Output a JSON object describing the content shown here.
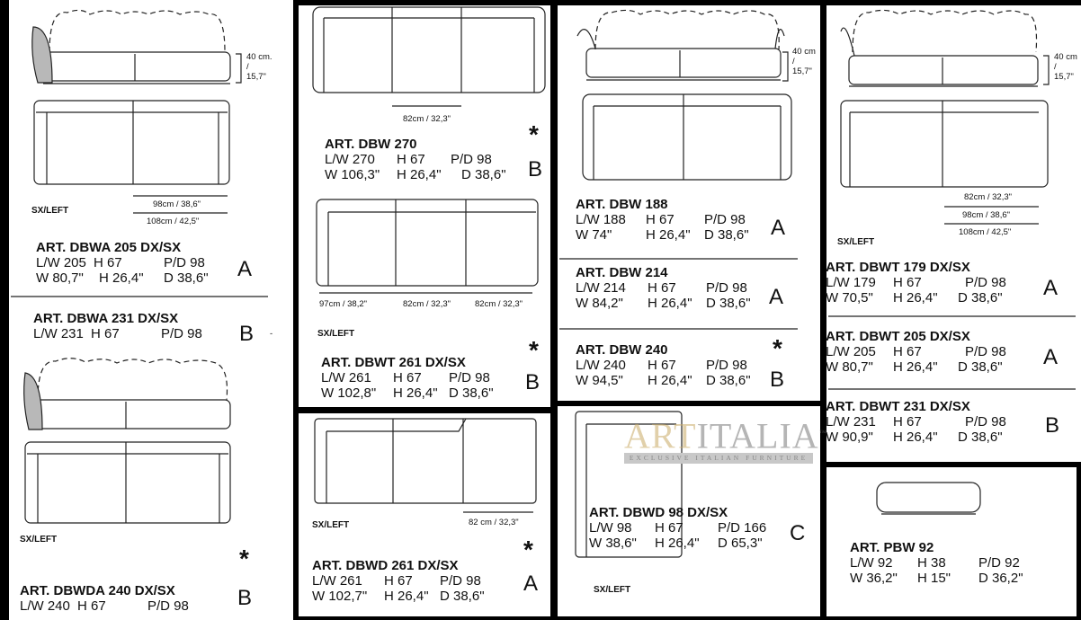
{
  "col1": {
    "dim_height": [
      "40 cm.",
      "/",
      "15,7\""
    ],
    "dims_top": [
      "98cm / 38,6\"",
      "108cm / 42,5\""
    ],
    "sx_label_1": "SX/LEFT",
    "sx_label_2": "SX/LEFT",
    "items": [
      {
        "title": "ART. DBWA 205 DX/SX",
        "lw": "L/W 205",
        "h": "H 67",
        "pd": "P/D 98",
        "w_in": "W 80,7\"",
        "h_in": "H 26,4\"",
        "d_in": "D 38,6\"",
        "grade": "A"
      },
      {
        "title": "ART. DBWA 231 DX/SX",
        "lw": "L/W 231",
        "h": "H 67",
        "pd": "P/D 98",
        "grade": "B",
        "mark": "-"
      },
      {
        "title": "ART. DBWDA 240 DX/SX",
        "lw": "L/W 240",
        "h": "H 67",
        "pd": "P/D 98",
        "grade": "B",
        "star": "*"
      }
    ]
  },
  "col2": {
    "dim_top": "82cm / 32,3\"",
    "dims_mid": [
      "97cm / 38,2\"",
      "82cm / 32,3\"",
      "82cm / 32,3\""
    ],
    "sx_label_1": "SX/LEFT",
    "sx_label_2": "SX/LEFT",
    "dim_bottom": "82 cm / 32,3\"",
    "items": [
      {
        "title": "ART. DBW 270",
        "lw": "L/W 270",
        "h": "H 67",
        "pd": "P/D 98",
        "w_in": "W 106,3\"",
        "h_in": "H 26,4\"",
        "d_in": "D 38,6\"",
        "grade": "B",
        "star": "*"
      },
      {
        "title": "ART. DBWT 261 DX/SX",
        "lw": "L/W 261",
        "h": "H 67",
        "pd": "P/D 98",
        "w_in": "W 102,8\"",
        "h_in": "H 26,4\"",
        "d_in": "D 38,6\"",
        "grade": "B",
        "star": "*"
      },
      {
        "title": "ART. DBWD 261 DX/SX",
        "lw": "L/W 261",
        "h": "H 67",
        "pd": "P/D 98",
        "w_in": "W 102,7\"",
        "h_in": "H 26,4\"",
        "d_in": "D 38,6\"",
        "grade": "A",
        "star": "*"
      }
    ]
  },
  "col3": {
    "dim_height": [
      "40 cm",
      "/",
      "15,7\""
    ],
    "sx_label": "SX/LEFT",
    "items": [
      {
        "title": "ART. DBW 188",
        "lw": "L/W 188",
        "h": "H 67",
        "pd": "P/D 98",
        "w_in": "W 74\"",
        "h_in": "H 26,4\"",
        "d_in": "D 38,6\"",
        "grade": "A"
      },
      {
        "title": "ART. DBW 214",
        "lw": "L/W 214",
        "h": "H 67",
        "pd": "P/D 98",
        "w_in": "W 84,2\"",
        "h_in": "H 26,4\"",
        "d_in": "D 38,6\"",
        "grade": "A"
      },
      {
        "title": "ART. DBW 240",
        "lw": "L/W 240",
        "h": "H 67",
        "pd": "P/D 98",
        "w_in": "W 94,5\"",
        "h_in": "H 26,4\"",
        "d_in": "D 38,6\"",
        "grade": "B",
        "star": "*"
      },
      {
        "title": "ART. DBWD 98 DX/SX",
        "lw": "L/W 98",
        "h": "H 67",
        "pd": "P/D 166",
        "w_in": "W 38,6\"",
        "h_in": "H 26,4\"",
        "d_in": "D 65,3\"",
        "grade": "C"
      }
    ]
  },
  "col4": {
    "dim_height": [
      "40 cm",
      "/",
      "15,7\""
    ],
    "dims_top": [
      "82cm / 32,3\"",
      "98cm / 38,6\"",
      "108cm / 42,5\""
    ],
    "sx_label": "SX/LEFT",
    "items": [
      {
        "title": "ART. DBWT 179 DX/SX",
        "lw": "L/W 179",
        "h": "H 67",
        "pd": "P/D 98",
        "w_in": "W 70,5\"",
        "h_in": "H 26,4\"",
        "d_in": "D 38,6\"",
        "grade": "A"
      },
      {
        "title": "ART. DBWT 205 DX/SX",
        "lw": "L/W 205",
        "h": "H 67",
        "pd": "P/D 98",
        "w_in": "W 80,7\"",
        "h_in": "H 26,4\"",
        "d_in": "D 38,6\"",
        "grade": "A"
      },
      {
        "title": "ART. DBWT 231 DX/SX",
        "lw": "L/W 231",
        "h": "H 67",
        "pd": "P/D 98",
        "w_in": "W 90,9\"",
        "h_in": "H 26,4\"",
        "d_in": "D 38,6\"",
        "grade": "B"
      },
      {
        "title": "ART. PBW 92",
        "lw": "L/W 92",
        "h": "H 38",
        "pd": "P/D 92",
        "w_in": "W 36,2\"",
        "h_in": "H 15\"",
        "d_in": "D 36,2\""
      }
    ]
  },
  "watermark": {
    "brand_a": "ART",
    "brand_b": "ITALIA",
    "tm": "™",
    "tagline": "EXCLUSIVE ITALIAN FURNITURE"
  }
}
